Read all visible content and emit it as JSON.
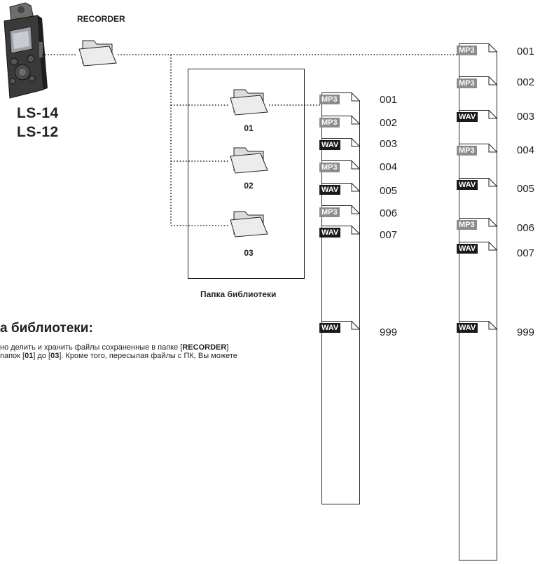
{
  "root_folder_label": "RECORDER",
  "device_models": [
    "LS-14",
    "LS-12"
  ],
  "library_folder_names": [
    "01",
    "02",
    "03"
  ],
  "library_caption": "Папка библиотеки",
  "middle_file_stack": [
    {
      "type": "MP3",
      "number": "001"
    },
    {
      "type": "MP3",
      "number": "002"
    },
    {
      "type": "WAV",
      "number": "003"
    },
    {
      "type": "MP3",
      "number": "004"
    },
    {
      "type": "WAV",
      "number": "005"
    },
    {
      "type": "MP3",
      "number": "006"
    },
    {
      "type": "WAV",
      "number": "007"
    }
  ],
  "middle_last_file": {
    "type": "WAV",
    "number": "999"
  },
  "right_file_stack": [
    {
      "type": "MP3",
      "number": "001"
    },
    {
      "type": "MP3",
      "number": "002"
    },
    {
      "type": "WAV",
      "number": "003"
    },
    {
      "type": "MP3",
      "number": "004"
    },
    {
      "type": "WAV",
      "number": "005"
    },
    {
      "type": "MP3",
      "number": "006"
    },
    {
      "type": "WAV",
      "number": "007"
    }
  ],
  "right_last_file": {
    "type": "WAV",
    "number": "999"
  },
  "colors": {
    "mp3_tag": "#8c8c8c",
    "wav_tag": "#1a1a1a",
    "line": "#222222"
  },
  "text_section": {
    "heading": "а библиотеки:",
    "line1_pre": "но делить и хранить файлы сохраненные в папке [",
    "line1_bold": "RECORDER",
    "line1_post": "]",
    "line2_a": "папок [",
    "line2_b": "01",
    "line2_c": "] до [",
    "line2_d": "03",
    "line2_e": "]. Кроме того, пересылая файлы с ПК, Вы можете"
  }
}
